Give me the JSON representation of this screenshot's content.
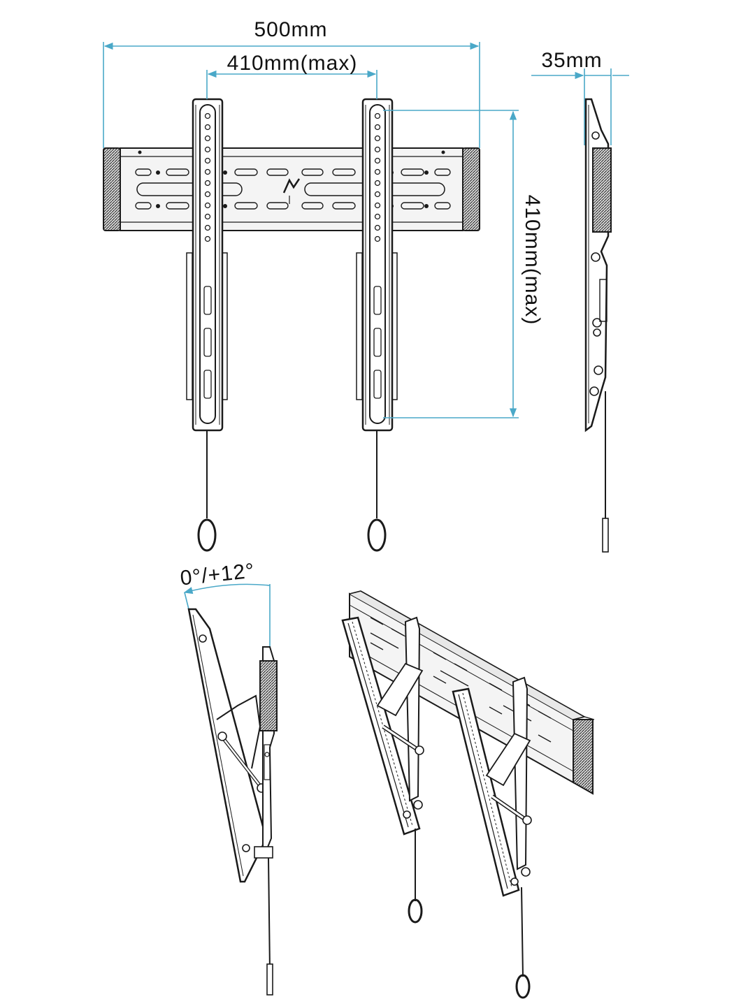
{
  "labels": {
    "width_overall": "500mm",
    "width_vesa": "410mm(max)",
    "depth": "35mm",
    "height_vesa": "410mm(max)",
    "tilt": "0°/+12°"
  },
  "colors": {
    "dimension_line": "#4aa8c8",
    "ink": "#1a1a1a",
    "plate_fill": "#f4f4f4",
    "end_cap_fill": "#3a3a3a"
  }
}
